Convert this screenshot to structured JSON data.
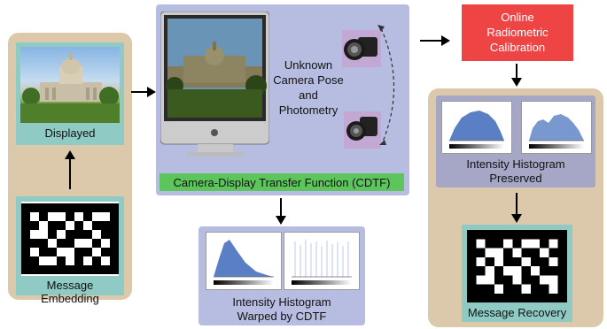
{
  "labels": {
    "displayed": "Displayed",
    "message_embedding": "Message Embedding",
    "unknown_camera": [
      "Unknown",
      "Camera Pose",
      "and",
      "Photometry"
    ],
    "cdtf": "Camera-Display Transfer Function (CDTF)",
    "warped": [
      "Intensity Histogram",
      "Warped by CDTF"
    ],
    "online_calibration": [
      "Online",
      "Radiometric",
      "Calibration"
    ],
    "preserved": [
      "Intensity Histogram",
      "Preserved"
    ],
    "message_recovery": "Message Recovery"
  },
  "colors": {
    "tan_panel": "#dcc8aa",
    "teal_frame": "#8fcbc4",
    "lavender_panel": "#b7bde0",
    "green_bar": "#5cc65c",
    "red_box": "#ee4444",
    "histogram_blue": "#5a7fc4"
  }
}
